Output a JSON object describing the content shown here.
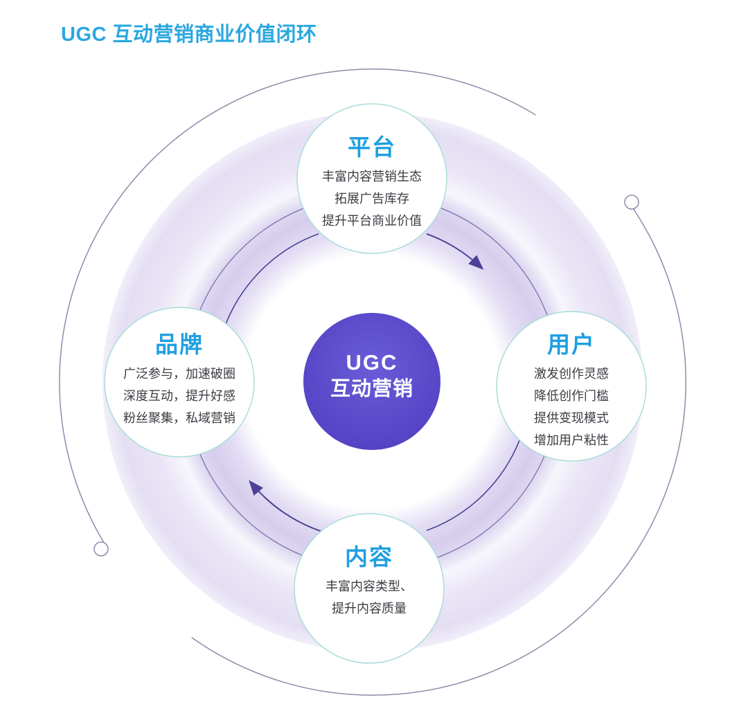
{
  "title": "UGC 互动营销商业价值闭环",
  "center": {
    "top": "UGC",
    "bottom": "互动营销"
  },
  "nodes": {
    "platform": {
      "title": "平台",
      "lines": [
        "丰富内容营销生态",
        "拓展广告库存",
        "提升平台商业价值"
      ]
    },
    "user": {
      "title": "用户",
      "lines": [
        "激发创作灵感",
        "降低创作门槛",
        "提供变现模式",
        "增加用户粘性"
      ]
    },
    "content": {
      "title": "内容",
      "lines": [
        "丰富内容类型、",
        "提升内容质量"
      ]
    },
    "brand": {
      "title": "品牌",
      "lines": [
        "广泛参与，加速破圈",
        "深度互动，提升好感",
        "粉丝聚集，私域营销"
      ]
    }
  },
  "flow": {
    "direction": "clockwise"
  },
  "colors": {
    "title_blue": "#2aa7e0",
    "node_title_blue": "#1f9fe0",
    "body_text": "#3b3b42",
    "center_purple": "#5646c6",
    "node_border_teal": "#a7dcd8",
    "band_lavender": "#d6cded",
    "ring_line": "#7166ac",
    "arrow_purple": "#4c4196",
    "outer_line": "#8e8aa9"
  }
}
